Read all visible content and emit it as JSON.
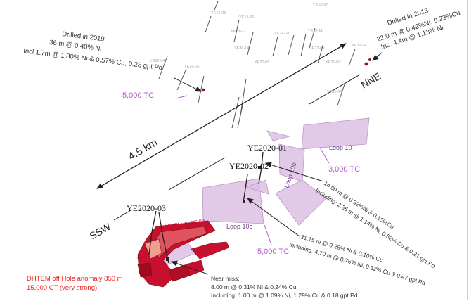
{
  "bearings": {
    "ssw": "SSW",
    "nne": "NNE"
  },
  "distance_label": "4.5 km",
  "inversion_label": "2018 EM inversion",
  "holes": {
    "ye2020_01": "YE2020-01",
    "ye2020_02": "YE2020-02",
    "ye2020_03": "YE2020-03"
  },
  "loops": {
    "loop10": "Loop 10",
    "loop10b": "Loop 10b",
    "loop10c": "Loop 10c"
  },
  "tc_labels": {
    "tc_top_left": "5,000 TC",
    "tc_mid": "3,000 TC",
    "tc_bottom": "5,000 TC"
  },
  "drilled_2019": {
    "line1": "Drilled in 2019",
    "line2": "36 m @ 0.40% Ni",
    "line3": "Incl 1.7m @ 1.80% Ni & 0.57% Cu, 0.28 gpt Pd"
  },
  "drilled_2013": {
    "line1": "Drilled in 2013",
    "line2": "22.0 m @ 0.42%Ni, 0.23%Cu",
    "line3": "Inc. 4.4m @ 1.13% Ni"
  },
  "intercept_01": {
    "line1": "14.90 m @ 0.32%Ni & 0.15%Cu",
    "line2": "Including: 2.35 m @ 1.14% Ni, 0.52% Cu & 0.21 gpt Pd"
  },
  "intercept_02": {
    "line1": "31.15 m @ 0.25% Ni & 0.10% Cu",
    "line2": "Including: 4.70 m @ 0.76% Ni, 0.32% Cu & 0.47 gpt Pd"
  },
  "near_miss": {
    "line1": "Near miss:",
    "line2": "8.00 m @ 0.31% Ni & 0.24% Cu",
    "line3": "Including: 1.00 m @ 1.09% Ni, 1.29% Cu & 0.18 gpt Pd"
  },
  "dhtem": {
    "line1": "DHTEM off Hole anomaly 850 m",
    "line2": "15,000 CT (very strong)"
  },
  "background_hole_labels": [
    "YE14-26",
    "YE15-56",
    "YE13-07",
    "YE23-02",
    "YE24-08",
    "YE13-11",
    "YE30-14",
    "YE20-05",
    "YE22-04",
    "YE26-05",
    "YE23-09",
    "YE31-09",
    "YE32-14",
    "YE31-04"
  ],
  "colors": {
    "annotation_text": "#333333",
    "tc_purple": "#b05cc8",
    "plate_fill": "#dcc0e3",
    "plate_stroke": "#b898c4",
    "dhtem_red": "#e8231f",
    "inversion_red": "#c8102e",
    "arrow": "#222222"
  }
}
